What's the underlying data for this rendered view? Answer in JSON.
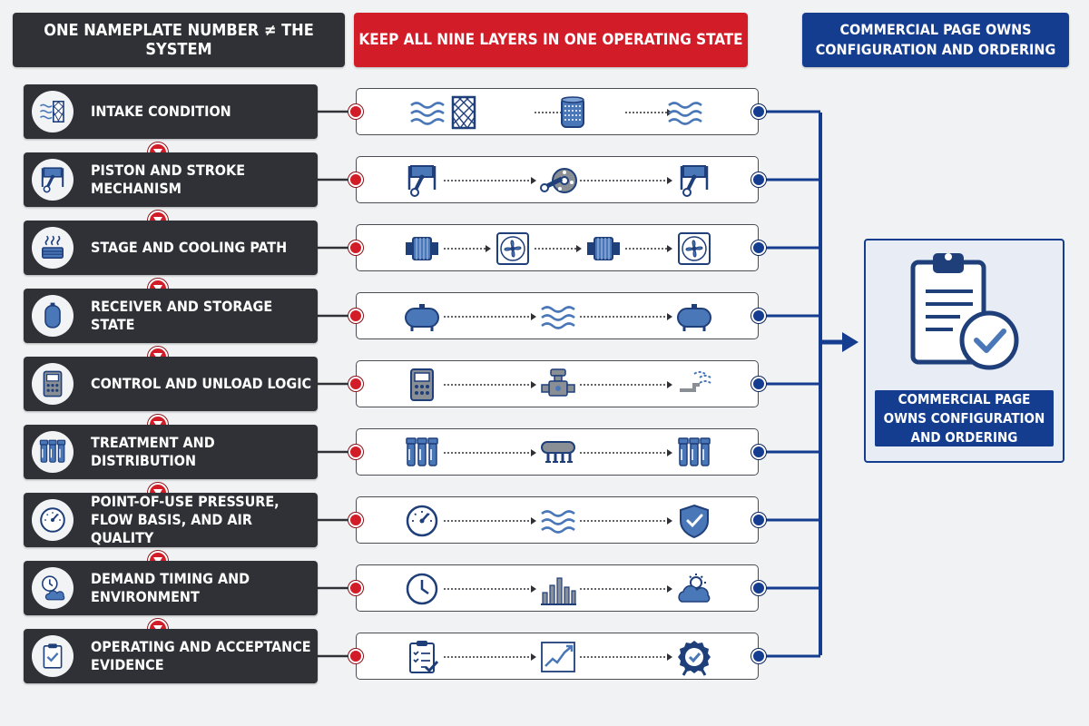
{
  "headers": {
    "left": "ONE NAMEPLATE NUMBER ≠ THE SYSTEM",
    "middle": "KEEP ALL NINE LAYERS IN ONE OPERATING STATE",
    "right": "COMMERCIAL PAGE OWNS CONFIGURATION AND ORDERING"
  },
  "layers": [
    {
      "label": "INTAKE CONDITION",
      "icon": "air-filter-icon",
      "flow": [
        "airflow-icon",
        "filter-mesh-icon",
        "cartridge-filter-icon",
        "airflow-icon"
      ]
    },
    {
      "label": "PISTON AND STROKE MECHANISM",
      "icon": "piston-icon",
      "flow": [
        "piston-icon",
        "crankshaft-icon",
        "piston-icon"
      ]
    },
    {
      "label": "STAGE AND COOLING PATH",
      "icon": "heat-cooling-icon",
      "flow": [
        "cylinder-stage-icon",
        "cooling-fan-icon",
        "cylinder-stage-icon",
        "cooling-fan-icon"
      ]
    },
    {
      "label": "RECEIVER AND STORAGE STATE",
      "icon": "receiver-tank-icon",
      "flow": [
        "storage-tank-icon",
        "airflow-icon",
        "storage-tank-icon"
      ]
    },
    {
      "label": "CONTROL AND UNLOAD LOGIC",
      "icon": "controller-icon",
      "flow": [
        "controller-icon",
        "unload-valve-icon",
        "vent-icon"
      ]
    },
    {
      "label": "TREATMENT AND DISTRIBUTION",
      "icon": "filter-bank-icon",
      "flow": [
        "filter-bank-icon",
        "manifold-icon",
        "filter-bank-icon"
      ]
    },
    {
      "label": "POINT-OF-USE PRESSURE, FLOW BASIS, AND AIR QUALITY",
      "icon": "pressure-gauge-icon",
      "flow": [
        "pressure-gauge-icon",
        "airflow-icon",
        "shield-check-icon"
      ]
    },
    {
      "label": "DEMAND TIMING AND ENVIRONMENT",
      "icon": "clock-weather-icon",
      "flow": [
        "clock-icon",
        "bar-chart-icon",
        "weather-icon"
      ]
    },
    {
      "label": "OPERATING AND ACCEPTANCE EVIDENCE",
      "icon": "clipboard-check-icon",
      "flow": [
        "checklist-icon",
        "trend-chart-icon",
        "badge-check-icon"
      ]
    }
  ],
  "outcome": {
    "label": "COMMERCIAL PAGE OWNS CONFIGURATION AND ORDERING",
    "icon": "clipboard-check-icon"
  },
  "colors": {
    "dark": "#2f3136",
    "red": "#d21c27",
    "blue": "#143d8f",
    "icon_blue": "#4a77b8",
    "icon_dark": "#1f3f7a"
  }
}
